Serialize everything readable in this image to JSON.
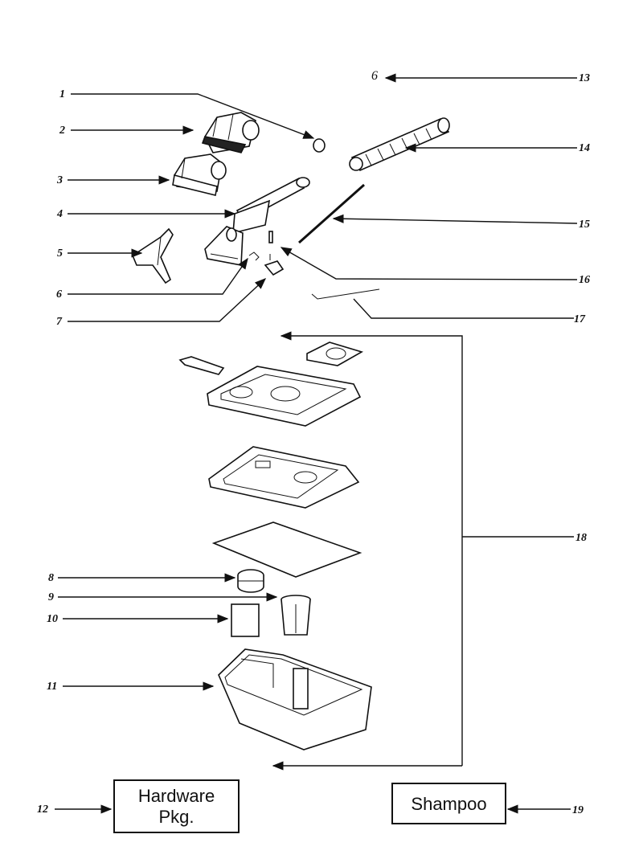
{
  "sheet_number": "6",
  "callouts": [
    {
      "id": "c1",
      "label": "1"
    },
    {
      "id": "c2",
      "label": "2"
    },
    {
      "id": "c3",
      "label": "3"
    },
    {
      "id": "c4",
      "label": "4"
    },
    {
      "id": "c5",
      "label": "5"
    },
    {
      "id": "c6",
      "label": "6"
    },
    {
      "id": "c7",
      "label": "7"
    },
    {
      "id": "c8",
      "label": "8"
    },
    {
      "id": "c9",
      "label": "9"
    },
    {
      "id": "c10",
      "label": "10"
    },
    {
      "id": "c11",
      "label": "11"
    },
    {
      "id": "c12",
      "label": "12"
    },
    {
      "id": "c13",
      "label": "13"
    },
    {
      "id": "c14",
      "label": "14"
    },
    {
      "id": "c15",
      "label": "15"
    },
    {
      "id": "c16",
      "label": "16"
    },
    {
      "id": "c17",
      "label": "17"
    },
    {
      "id": "c18",
      "label": "18"
    },
    {
      "id": "c19",
      "label": "19"
    }
  ],
  "boxes": {
    "hardware_line1": "Hardware",
    "hardware_line2": "Pkg.",
    "shampoo": "Shampoo"
  }
}
